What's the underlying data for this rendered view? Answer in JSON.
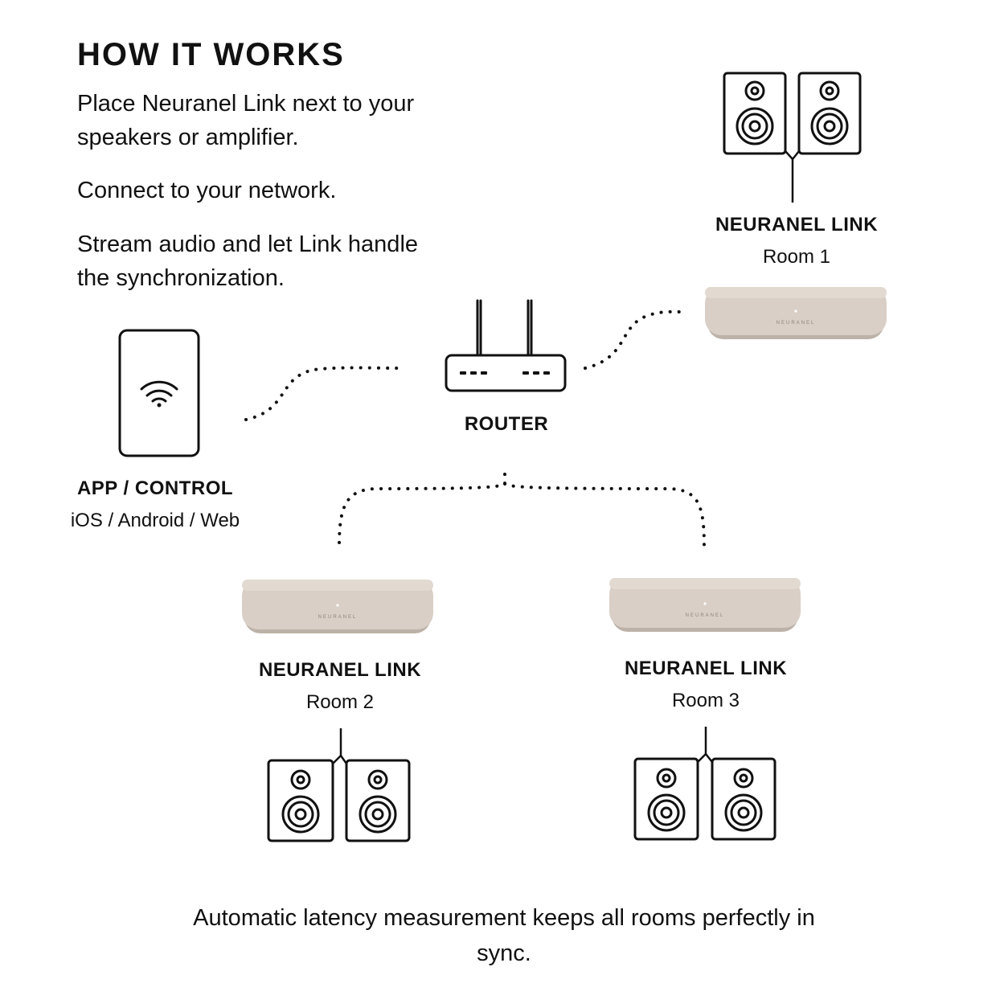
{
  "heading": "HOW IT WORKS",
  "steps": [
    "Place Neuranel Link next to your speakers or amplifier.",
    "Connect to your network.",
    "Stream audio and let Link handle the synchronization."
  ],
  "app": {
    "title": "APP / CONTROL",
    "subtitle": "iOS / Android / Web"
  },
  "router": {
    "title": "ROUTER"
  },
  "links": [
    {
      "title": "NEURANEL LINK",
      "room": "Room 1"
    },
    {
      "title": "NEURANEL LINK",
      "room": "Room 2"
    },
    {
      "title": "NEURANEL LINK",
      "room": "Room 3"
    }
  ],
  "device_brand": "NEURANEL",
  "footer": "Automatic latency measurement keeps all rooms perfectly in sync.",
  "colors": {
    "text": "#111111",
    "device_body": "#d9cfc6",
    "device_shadow": "#bcb2a8",
    "line": "#111111"
  },
  "icons": [
    "smartphone-icon",
    "wifi-icon",
    "router-icon",
    "speaker-icon",
    "streamer-device"
  ]
}
